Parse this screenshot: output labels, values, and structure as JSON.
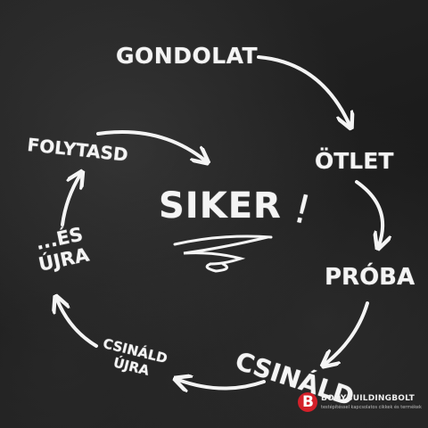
{
  "center": {
    "title": "SIKER",
    "exclamation": "!"
  },
  "cycle": [
    {
      "id": "gondolat",
      "label": "GONDOLAT"
    },
    {
      "id": "otlet",
      "label": "ÖTLET"
    },
    {
      "id": "proba",
      "label": "PRÓBA"
    },
    {
      "id": "csinald",
      "label": "CSINÁLD"
    },
    {
      "id": "csinald_ujra",
      "label": "CSINÁLD\nÚJRA"
    },
    {
      "id": "es_ujra",
      "label": "...ÉS\nÚJRA"
    },
    {
      "id": "folytasd",
      "label": "FOLYTASD"
    }
  ],
  "brand": {
    "badge_letter": "B",
    "name": "BODYBUILDINGBOLT",
    "tagline": "testépítéssel kapcsolatos cikkek és termékek",
    "badge_color": "#d4202a"
  },
  "colors": {
    "chalk": "#f4f4f4",
    "board": "#1f1f1f"
  }
}
